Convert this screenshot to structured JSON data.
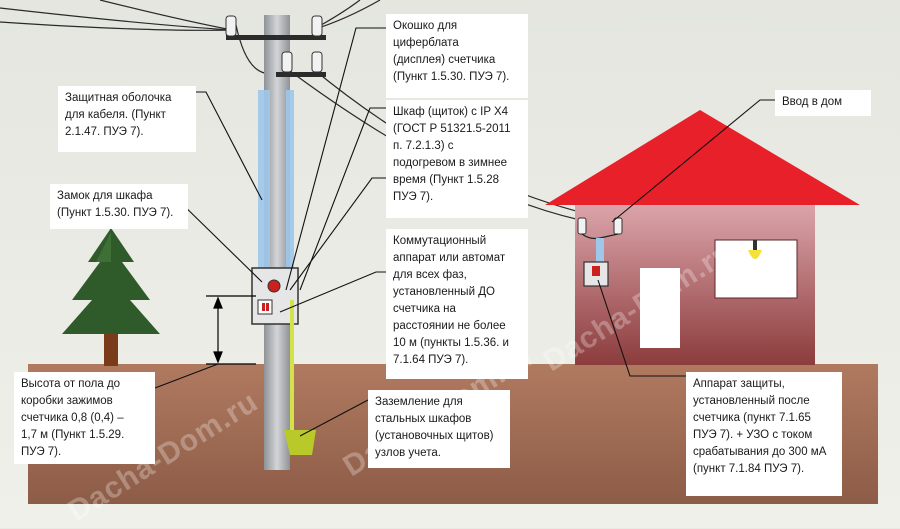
{
  "callouts": {
    "display_window": "Окошко для\nциферблата\n(дисплея) счетчика\n(Пункт 1.5.30. ПУЭ 7).",
    "cable_sheath": "Защитная оболочка\nдля кабеля.  (Пункт\n2.1.47. ПУЭ 7).",
    "cabinet_lock": "Замок для шкафа\n(Пункт 1.5.30. ПУЭ 7).",
    "cabinet_ip": "Шкаф (щиток) с IP X4\n(ГОСТ Р 51321.5-2011\nп. 7.2.1.3) с\nподогревом в зимнее\nвремя (Пункт 1.5.28\nПУЭ 7).",
    "house_entry": "Ввод в дом",
    "switch_device": "Коммутационный\nаппарат или автомат\nдля всех фаз,\nустановленный ДО\nсчетчика на\nрасстоянии не более\n10 м (пункты 1.5.36. и\n7.1.64 ПУЭ 7).",
    "height": "Высота от пола до\nкоробки зажимов\nсчетчика 0,8 (0,4) –\n1,7 м (Пункт 1.5.29.\nПУЭ 7).",
    "grounding": "Заземление для\nстальных шкафов\n(установочных щитов)\nузлов учета.",
    "protection": "Аппарат защиты,\nустановленный после\nсчетчика  (пункт  7.1.65\nПУЭ 7). + УЗО с током\nсрабатывания до 300 мА\n(пункт  7.1.84  ПУЭ 7)."
  },
  "watermark": "Dacha-Dom.ru",
  "colors": {
    "ground": "#9b6a55",
    "roof": "#e8202a",
    "pole": "#b9bcc0",
    "tree": "#2f5a2a",
    "trunk": "#7a3b1a",
    "sheath": "#9ec7ea",
    "ground_wire": "#d4e24a"
  }
}
